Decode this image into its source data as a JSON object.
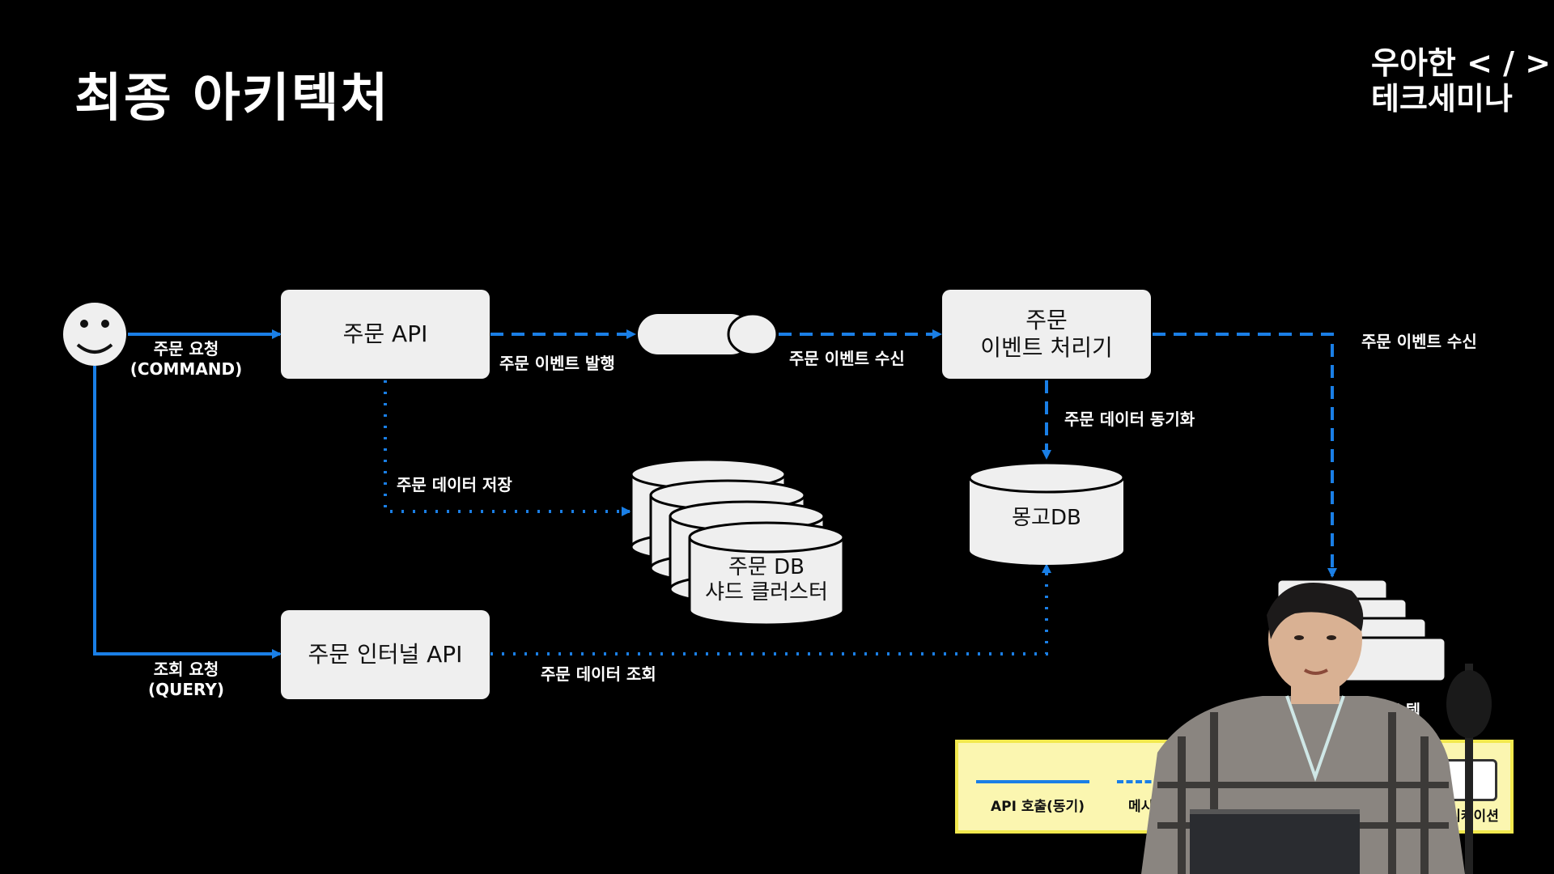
{
  "title": "최종 아키텍처",
  "brand": {
    "line1": "우아한 < / >",
    "line2": "테크세미나"
  },
  "nodes": {
    "order_api": "주문 API",
    "order_event_processor": "주문\n이벤트 처리기",
    "order_internal_api": "주문 인터널 API",
    "mongo_db": "몽고DB",
    "order_db": "주문 DB\n샤드 클러스터",
    "external_system": "시스템"
  },
  "labels": {
    "command_request": "주문 요청\n(COMMAND)",
    "query_request": "조회 요청\n(QUERY)",
    "event_publish": "주문 이벤트 발행",
    "event_receive_1": "주문 이벤트 수신",
    "event_receive_2": "주문 이벤트 수신",
    "data_sync": "주문 데이터 동기화",
    "data_save": "주문 데이터 저장",
    "data_query": "주문 데이터 조회"
  },
  "legend": {
    "api_call": "API 호출(동기)",
    "message": "메시",
    "replication": "레플리케이션"
  },
  "colors": {
    "accent": "#1a7fe6",
    "box": "#efefef",
    "background": "#000000",
    "legend_bg": "#fbf6b0"
  }
}
